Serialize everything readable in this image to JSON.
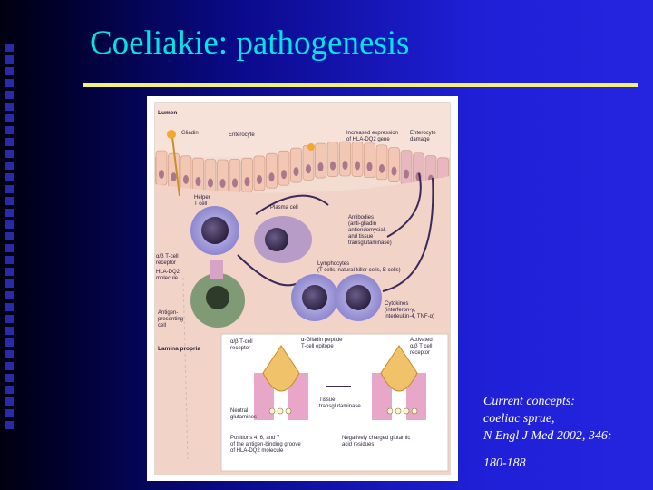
{
  "slide": {
    "title": "Coeliakie: pathogenesis",
    "caption_lines": [
      "Current concepts:",
      "coeliac sprue,",
      "N Engl J Med 2002, 346:",
      "180-188"
    ],
    "colors": {
      "title": "#00e6e6",
      "rule": "#f2f27a",
      "caption": "#ffffff"
    }
  },
  "figure": {
    "labels": {
      "lumen": "Lumen",
      "gliadin": "Gliadin",
      "enterocyte": "Enterocyte",
      "hla_expr": [
        "Increased expression",
        "of HLA-DQ2 gene"
      ],
      "ent_damage": [
        "Enterocyte",
        "damage"
      ],
      "helper": [
        "Helper",
        "T cell"
      ],
      "plasma": "Plasma cell",
      "antibodies": [
        "Antibodies",
        "(anti-gliadin",
        "antiendomysial,",
        "and tissue",
        "transglutaminase)"
      ],
      "receptor": [
        "α/β T-cell",
        "receptor"
      ],
      "hla_mol": [
        "HLA-DQ2",
        "molecule"
      ],
      "lympho": [
        "Lymphocytes",
        "(T cells, natural killer cells, B cells)"
      ],
      "apc": [
        "Antigen-",
        "presenting",
        "cell"
      ],
      "cytokines": [
        "Cytokines",
        "(interferon-γ,",
        "interleukin-4, TNF-α)"
      ],
      "lamina": "Lamina propria",
      "inset_receptor": [
        "α/β T-cell",
        "receptor"
      ],
      "epitope": [
        "α-Gliadin peptide",
        "T-cell epitope"
      ],
      "activated": [
        "Activated",
        "α/β T cell",
        "receptor"
      ],
      "neutral": [
        "Neutral",
        "glutamines"
      ],
      "tissue_tg": [
        "Tissue",
        "transglutaminase"
      ],
      "positions": [
        "Positions 4, 6, and 7",
        "of the antigen-binding groove",
        "of HLA-DQ2 molecule"
      ],
      "negative": [
        "Negatively charged glutamic",
        "acid residues"
      ]
    }
  }
}
